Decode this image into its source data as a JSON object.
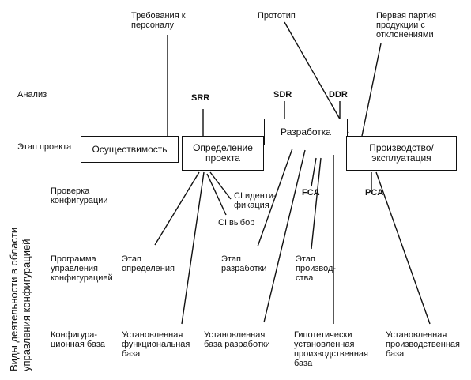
{
  "axis_label": "Виды деятельности в области\nуправления конфигурацией",
  "row_labels": {
    "analysis": "Анализ",
    "project_stage": "Этап проекта",
    "config_check": "Проверка\nконфигурации",
    "config_program": "Программа\nуправления\nконфигурацией",
    "config_base": "Конфигура-\nционная база"
  },
  "boxes": {
    "feasibility": "Осуществимость",
    "definition": "Определение\nпроекта",
    "development": "Разработка",
    "production": "Производство/\nэксплуатация"
  },
  "top_labels": {
    "staff_requirements": "Требования к\nперсоналу",
    "prototype": "Прототип",
    "first_batch": "Первая партия\nпродукции с\nотклонениями"
  },
  "reviews": {
    "srr": "SRR",
    "sdr": "SDR",
    "ddr": "DDR",
    "fca": "FCA",
    "pca": "PCA"
  },
  "ci_labels": {
    "identification": "CI иденти-\nфикация",
    "selection": "CI выбор"
  },
  "stage_labels": {
    "definition_stage": "Этап\nопределения",
    "development_stage": "Этап\nразработки",
    "production_stage": "Этап\nпроизвод-\nства"
  },
  "base_labels": {
    "functional": "Установленная\nфункциональная\nбаза",
    "development": "Установленная\nбаза разработки",
    "hypothetical": "Гипотетически\nустановленная\nпроизводственная\nбаза",
    "production": "Установленная\nпроизводственная\nбаза"
  }
}
